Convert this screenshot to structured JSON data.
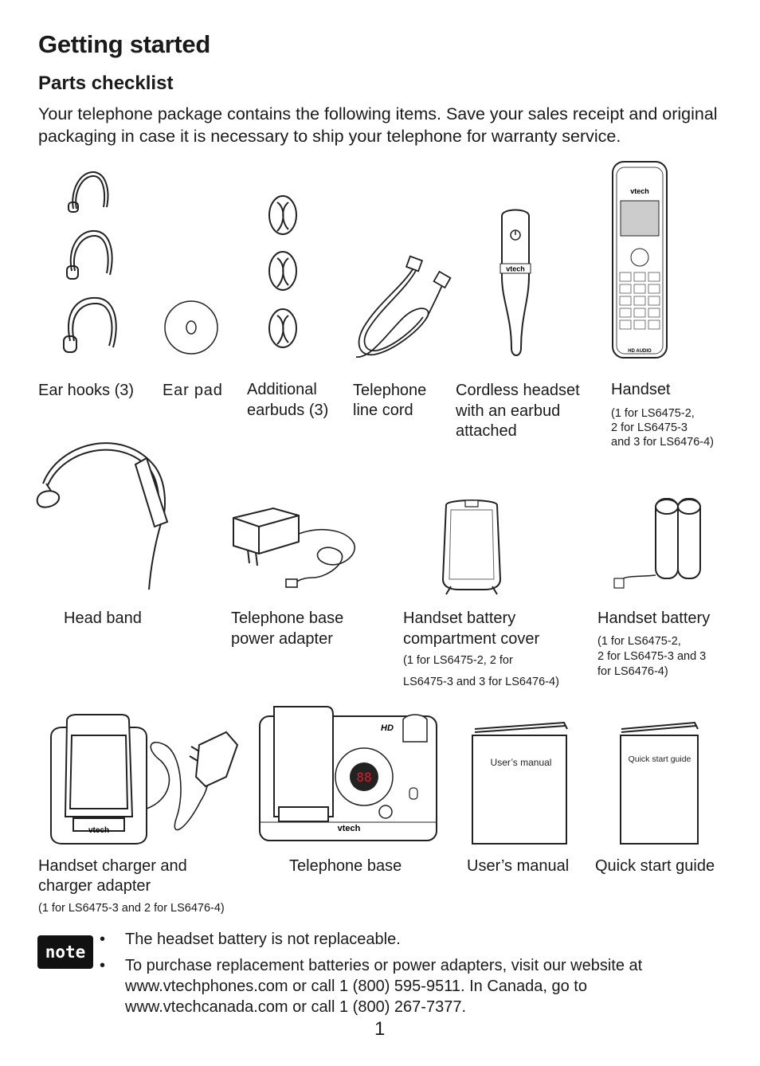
{
  "page": {
    "title": "Getting started",
    "subtitle": "Parts checklist",
    "intro": "Your telephone package contains the following items. Save your sales receipt and original packaging in case it is necessary to ship your telephone for warranty service.",
    "page_number": "1"
  },
  "items": {
    "ear_hooks": {
      "label": "Ear hooks (3)"
    },
    "ear_pad": {
      "label": "Ear pad"
    },
    "earbuds": {
      "label_line1": "Additional",
      "label_line2": "earbuds (3)"
    },
    "line_cord": {
      "label_line1": "Telephone",
      "label_line2": "line cord"
    },
    "headset": {
      "label_line1": "Cordless headset",
      "label_line2": "with an earbud",
      "label_line3": "attached",
      "brand": "vtech"
    },
    "handset": {
      "label": "Handset",
      "note_line1": "(1 for LS6475-2,",
      "note_line2": "2 for LS6475-3",
      "note_line3": "and 3 for LS6476-4)",
      "brand": "vtech",
      "audio": "HD AUDIO"
    },
    "head_band": {
      "label": "Head band"
    },
    "power_adapter": {
      "label_line1": "Telephone base",
      "label_line2": "power adapter"
    },
    "battery_cover": {
      "label_line1": "Handset battery",
      "label_line2": "compartment cover",
      "note_line1": "(1 for LS6475-2, 2 for",
      "note_line2": "LS6475-3 and 3 for LS6476-4)"
    },
    "battery": {
      "label": "Handset battery",
      "note_line1": "(1 for LS6475-2,",
      "note_line2": "2 for LS6475-3 and 3",
      "note_line3": "for LS6476-4)"
    },
    "charger": {
      "label_line1": "Handset charger and",
      "label_line2": "charger adapter",
      "note": "(1 for LS6475-3 and 2 for LS6476-4)",
      "brand": "vtech"
    },
    "base": {
      "label": "Telephone base",
      "brand": "vtech",
      "display": "88",
      "audio": "HD"
    },
    "users_manual": {
      "label": "User’s manual",
      "cover_text": "User’s manual"
    },
    "quick_start": {
      "label": "Quick start guide",
      "cover_text": "Quick start guide"
    }
  },
  "note": {
    "badge": "note",
    "bullet_symbol": "•",
    "bullets": [
      "The headset battery is not replaceable.",
      "To purchase replacement batteries or power adapters, visit our website at www.vtechphones.com or call 1 (800) 595-9511. In Canada, go to www.vtechcanada.com or call 1 (800) 267-7377."
    ]
  },
  "colors": {
    "text": "#1a1a1a",
    "badge_bg": "#111111",
    "display_red": "#d6202a"
  },
  "icons": [
    "ear-hook-illustration",
    "ear-pad-illustration",
    "earbud-illustration",
    "line-cord-illustration",
    "headset-illustration",
    "handset-illustration",
    "head-band-illustration",
    "power-adapter-illustration",
    "battery-cover-illustration",
    "battery-illustration",
    "charger-illustration",
    "base-illustration",
    "manual-booklet-illustration",
    "quick-start-booklet-illustration"
  ]
}
